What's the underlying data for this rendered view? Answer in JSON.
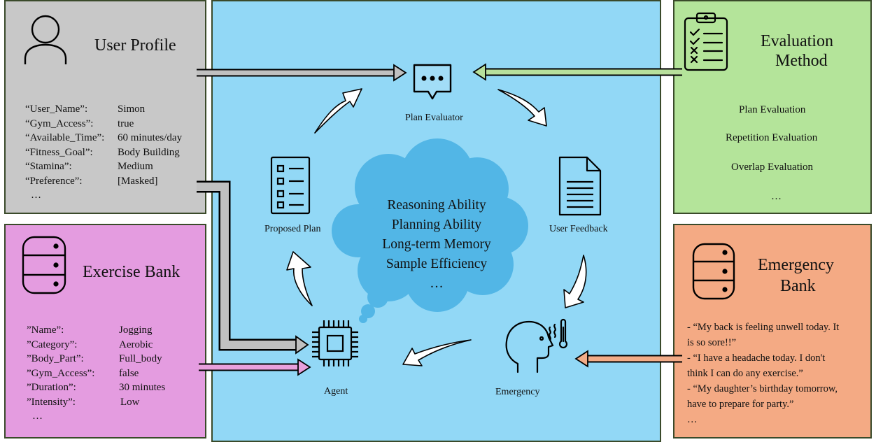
{
  "user_profile": {
    "title": "User Profile",
    "fields": [
      {
        "key": "“User_Name”:",
        "value": "Simon"
      },
      {
        "key": "“Gym_Access”:",
        "value": "true"
      },
      {
        "key": "“Available_Time”:",
        "value": "60 minutes/day"
      },
      {
        "key": "“Fitness_Goal”:",
        "value": "Body Building"
      },
      {
        "key": "“Stamina”:",
        "value": "Medium"
      },
      {
        "key": "“Preference”:",
        "value": "[Masked]"
      }
    ],
    "ellipsis": "…"
  },
  "exercise_bank": {
    "title": "Exercise Bank",
    "fields": [
      {
        "key": "”Name”:",
        "value": "Jogging"
      },
      {
        "key": "”Category”:",
        "value": "Aerobic"
      },
      {
        "key": "”Body_Part”:",
        "value": "Full_body"
      },
      {
        "key": "”Gym_Access”:",
        "value": "false"
      },
      {
        "key": "”Duration”:",
        "value": "30 minutes"
      },
      {
        "key": "”Intensity”:",
        "value": "Low"
      }
    ],
    "ellipsis": "…"
  },
  "evaluation_method": {
    "title_line1": "Evaluation",
    "title_line2": "Method",
    "items": [
      "Plan Evaluation",
      "Repetition Evaluation",
      "Overlap Evaluation",
      "…"
    ]
  },
  "emergency_bank": {
    "title_line1": "Emergency",
    "title_line2": "Bank",
    "lines": [
      "- “My back is feeling unwell today. It",
      "is so sore!!”",
      "- “I have a headache today. I don't",
      "think I can do any exercise.”",
      "- “My daughter’s birthday tomorrow,",
      "have to prepare for party.”",
      "…"
    ]
  },
  "center": {
    "plan_evaluator": "Plan Evaluator",
    "user_feedback": "User Feedback",
    "emergency": "Emergency",
    "agent": "Agent",
    "proposed_plan": "Proposed Plan",
    "cloud_lines": [
      "Reasoning Ability",
      "Planning Ability",
      "Long-term Memory",
      "Sample Efficiency",
      "…"
    ]
  },
  "colors": {
    "user_profile_bg": "#c8c8c8",
    "exercise_bank_bg": "#e49ce0",
    "evaluation_bg": "#b4e49a",
    "emergency_bg": "#f4aa84",
    "center_bg": "#92d8f6",
    "cloud": "#52b6e6",
    "arrow_gray": "#c0c0c0",
    "arrow_green": "#b8e09c",
    "arrow_pink": "#e8a0dc",
    "arrow_orange": "#f2ac88"
  },
  "icons": [
    "person-icon",
    "database-icon",
    "clipboard-checklist-icon",
    "speech-bubble-icon",
    "document-icon",
    "head-fever-icon",
    "chip-icon",
    "list-icon"
  ]
}
